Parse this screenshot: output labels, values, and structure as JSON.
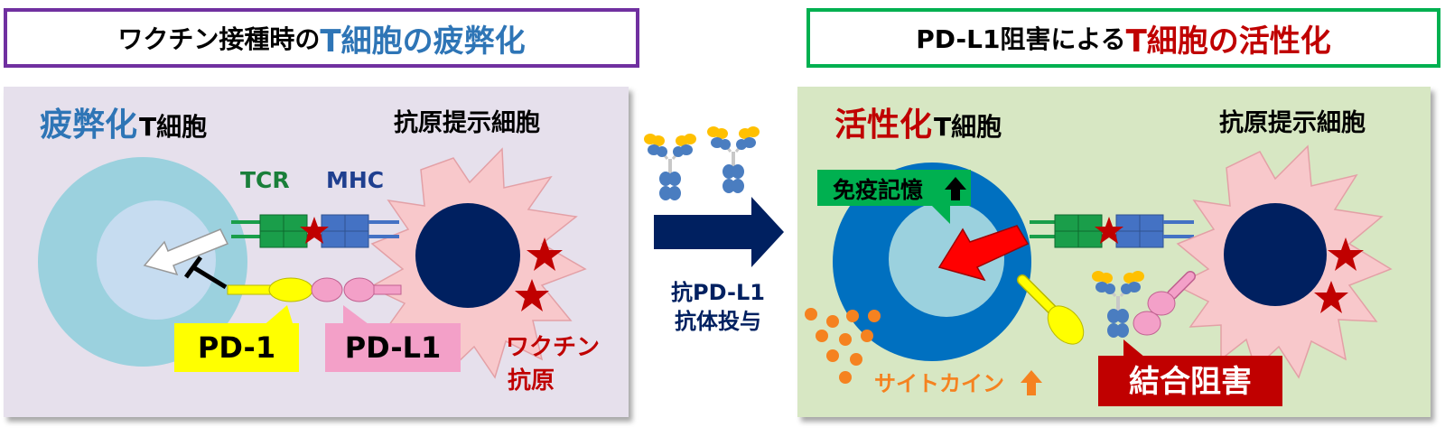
{
  "left_header": {
    "prefix": "ワクチン接種時の",
    "emphasis": "T細胞の疲弊化"
  },
  "right_header": {
    "prefix": "PD-L1阻害による",
    "emphasis": "T細胞の活性化"
  },
  "left_panel": {
    "cell_title_colored": "疲弊化",
    "cell_title_rest": "T細胞",
    "apc_label": "抗原提示細胞",
    "tcr_label": "TCR",
    "mhc_label": "MHC",
    "pd1_label": "PD-1",
    "pdl1_label": "PD-L1",
    "antigen_label_line1": "ワクチン",
    "antigen_label_line2": "抗原"
  },
  "middle": {
    "label_line1": "抗PD-L1",
    "label_line2": "抗体投与"
  },
  "right_panel": {
    "cell_title_colored": "活性化",
    "cell_title_rest": "T細胞",
    "apc_label": "抗原提示細胞",
    "memory_label": "免疫記憶",
    "cytokine_label": "サイトカイン",
    "block_label": "結合阻害"
  },
  "colors": {
    "left_panel_bg": "#e6e0ec",
    "right_panel_bg": "#d7e7c3",
    "tcell_outer": "#9bd1de",
    "tcell_inner": "#c6dcf0",
    "active_outer": "#0070c0",
    "active_inner": "#9bd1de",
    "apc_fill": "#f8c8cb",
    "nucleus": "#002060",
    "star": "#c00000",
    "tcr_green": "#1a9e4a",
    "mhc_blue": "#4472c4",
    "pd1_yellow": "#ffff00",
    "pdl1_pink": "#f3a0c8",
    "memory_green": "#00b050",
    "block_red": "#c00000",
    "cytokine_orange": "#f58220"
  }
}
